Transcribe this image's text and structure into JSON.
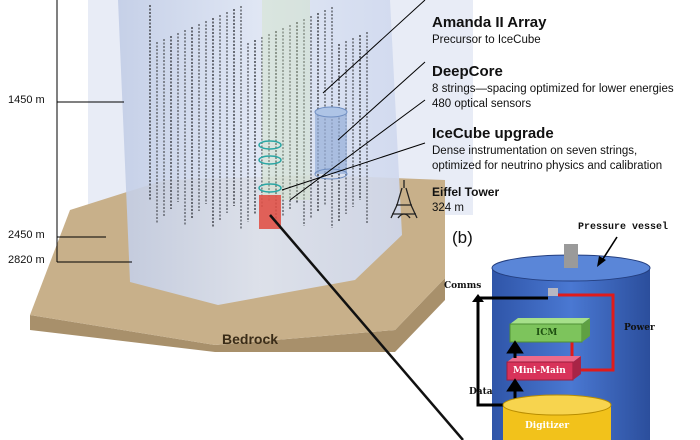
{
  "depths": {
    "d1450": "1450 m",
    "d2450": "2450 m",
    "d2820": "2820 m"
  },
  "bedrock": "Bedrock",
  "legend": {
    "amanda": {
      "title": "Amanda II Array",
      "line1": "Precursor to IceCube"
    },
    "deepcore": {
      "title": "DeepCore",
      "line1": "8 strings—spacing optimized for lower energies",
      "line2": "480 optical sensors"
    },
    "upgrade": {
      "title": "IceCube upgrade",
      "line1": "Dense instrumentation on seven strings,",
      "line2": "optimized for neutrino physics and calibration"
    },
    "eiffel": {
      "title": "Eiffel Tower",
      "line1": "324 m"
    }
  },
  "panel_b": {
    "tag": "(b)",
    "pressure_vessel": "Pressure vessel",
    "comms": "Comms",
    "power": "Power",
    "data": "Data",
    "icm": "ICM",
    "mini_main": "Mini-Main",
    "digitizer": "Digitizer"
  },
  "colors": {
    "ice": "#c9d3ea",
    "bedrock": "#c8b08a",
    "vessel": "#3f6cc4",
    "icm": "#7dc45c",
    "mini_main": "#d8335a",
    "digitizer": "#f2c21b",
    "wire_red": "#e01b1b"
  }
}
